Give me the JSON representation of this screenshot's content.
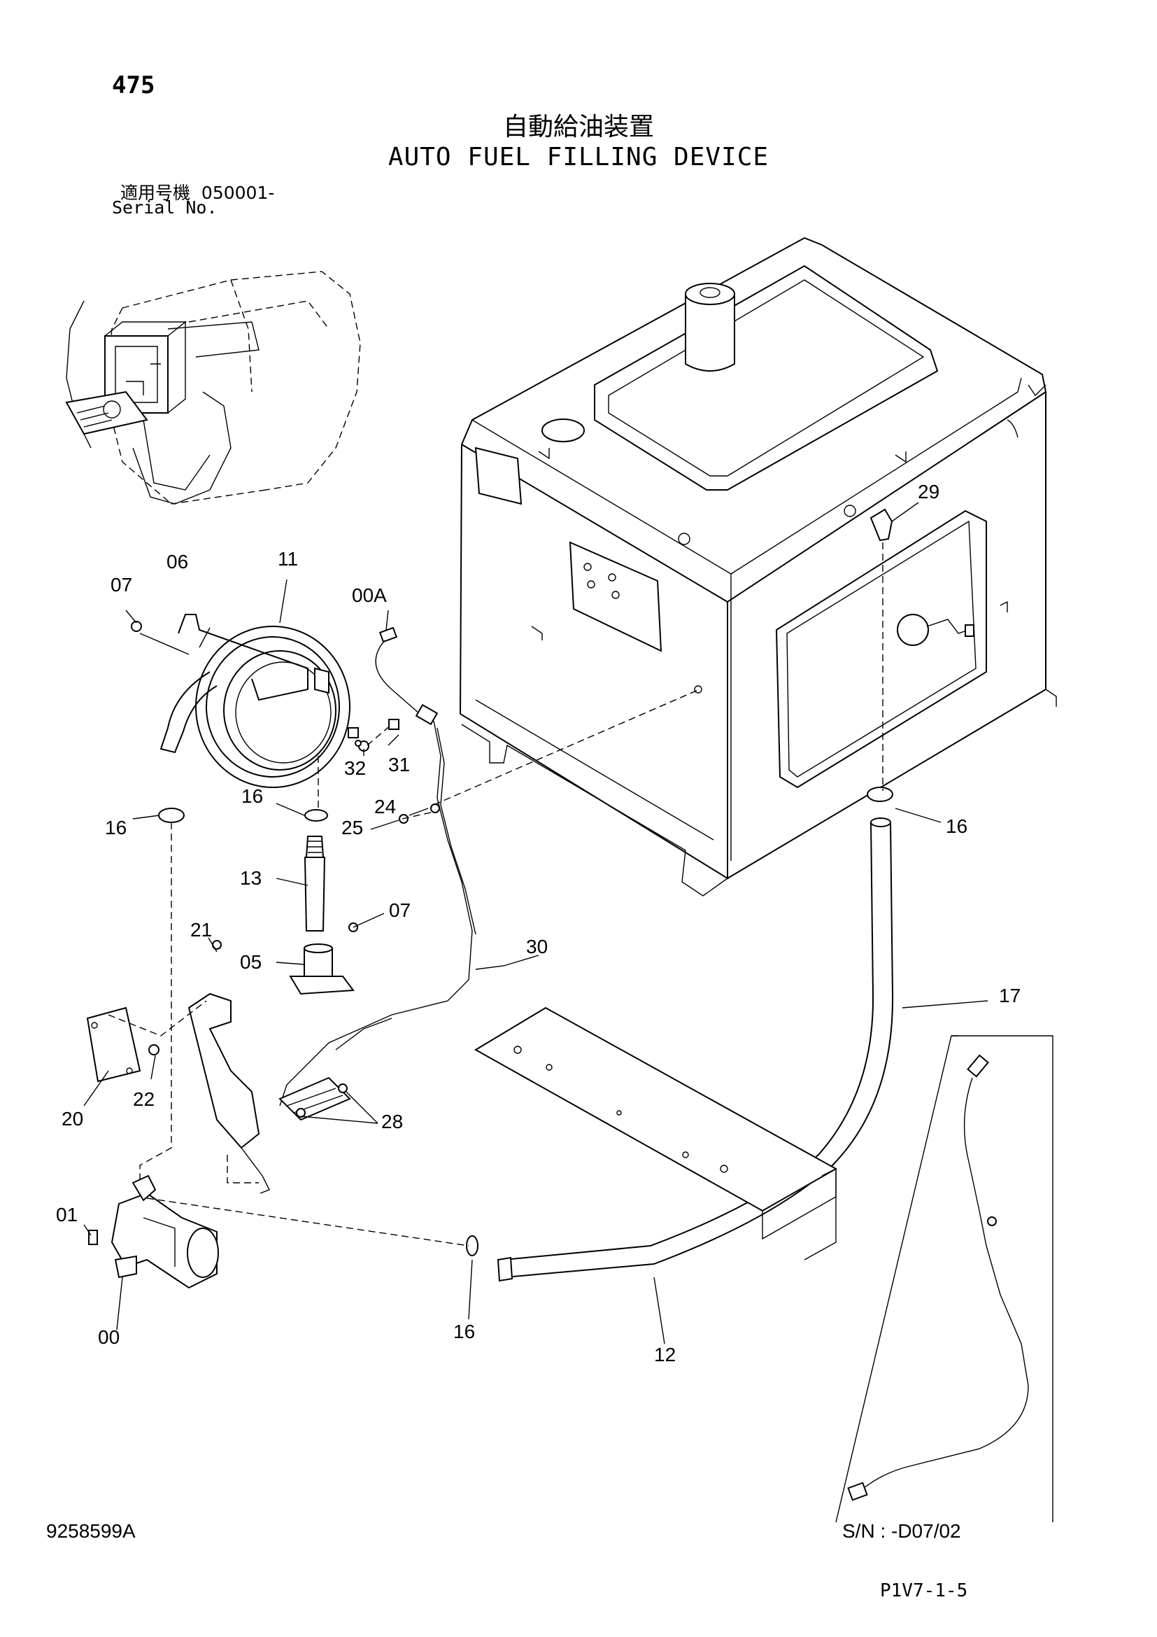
{
  "header": {
    "page_number": "475",
    "title_jp": "自動給油装置",
    "title_en": "AUTO FUEL FILLING DEVICE",
    "serial_label_jp": "適用号機",
    "serial_range": "050001-",
    "serial_label_en": "Serial No."
  },
  "callouts": {
    "c00": "00",
    "c00A": "00A",
    "c01": "01",
    "c05": "05",
    "c06": "06",
    "c07a": "07",
    "c07b": "07",
    "c11": "11",
    "c12": "12",
    "c13": "13",
    "c16a": "16",
    "c16b": "16",
    "c16c": "16",
    "c16d": "16",
    "c17": "17",
    "c20": "20",
    "c21": "21",
    "c22": "22",
    "c24": "24",
    "c25": "25",
    "c28": "28",
    "c29": "29",
    "c30": "30",
    "c31": "31",
    "c32": "32"
  },
  "footer": {
    "drawing_number": "9258599A",
    "sn_range": "S/N :  -D07/02",
    "page_code": "P1V7-1-5"
  }
}
